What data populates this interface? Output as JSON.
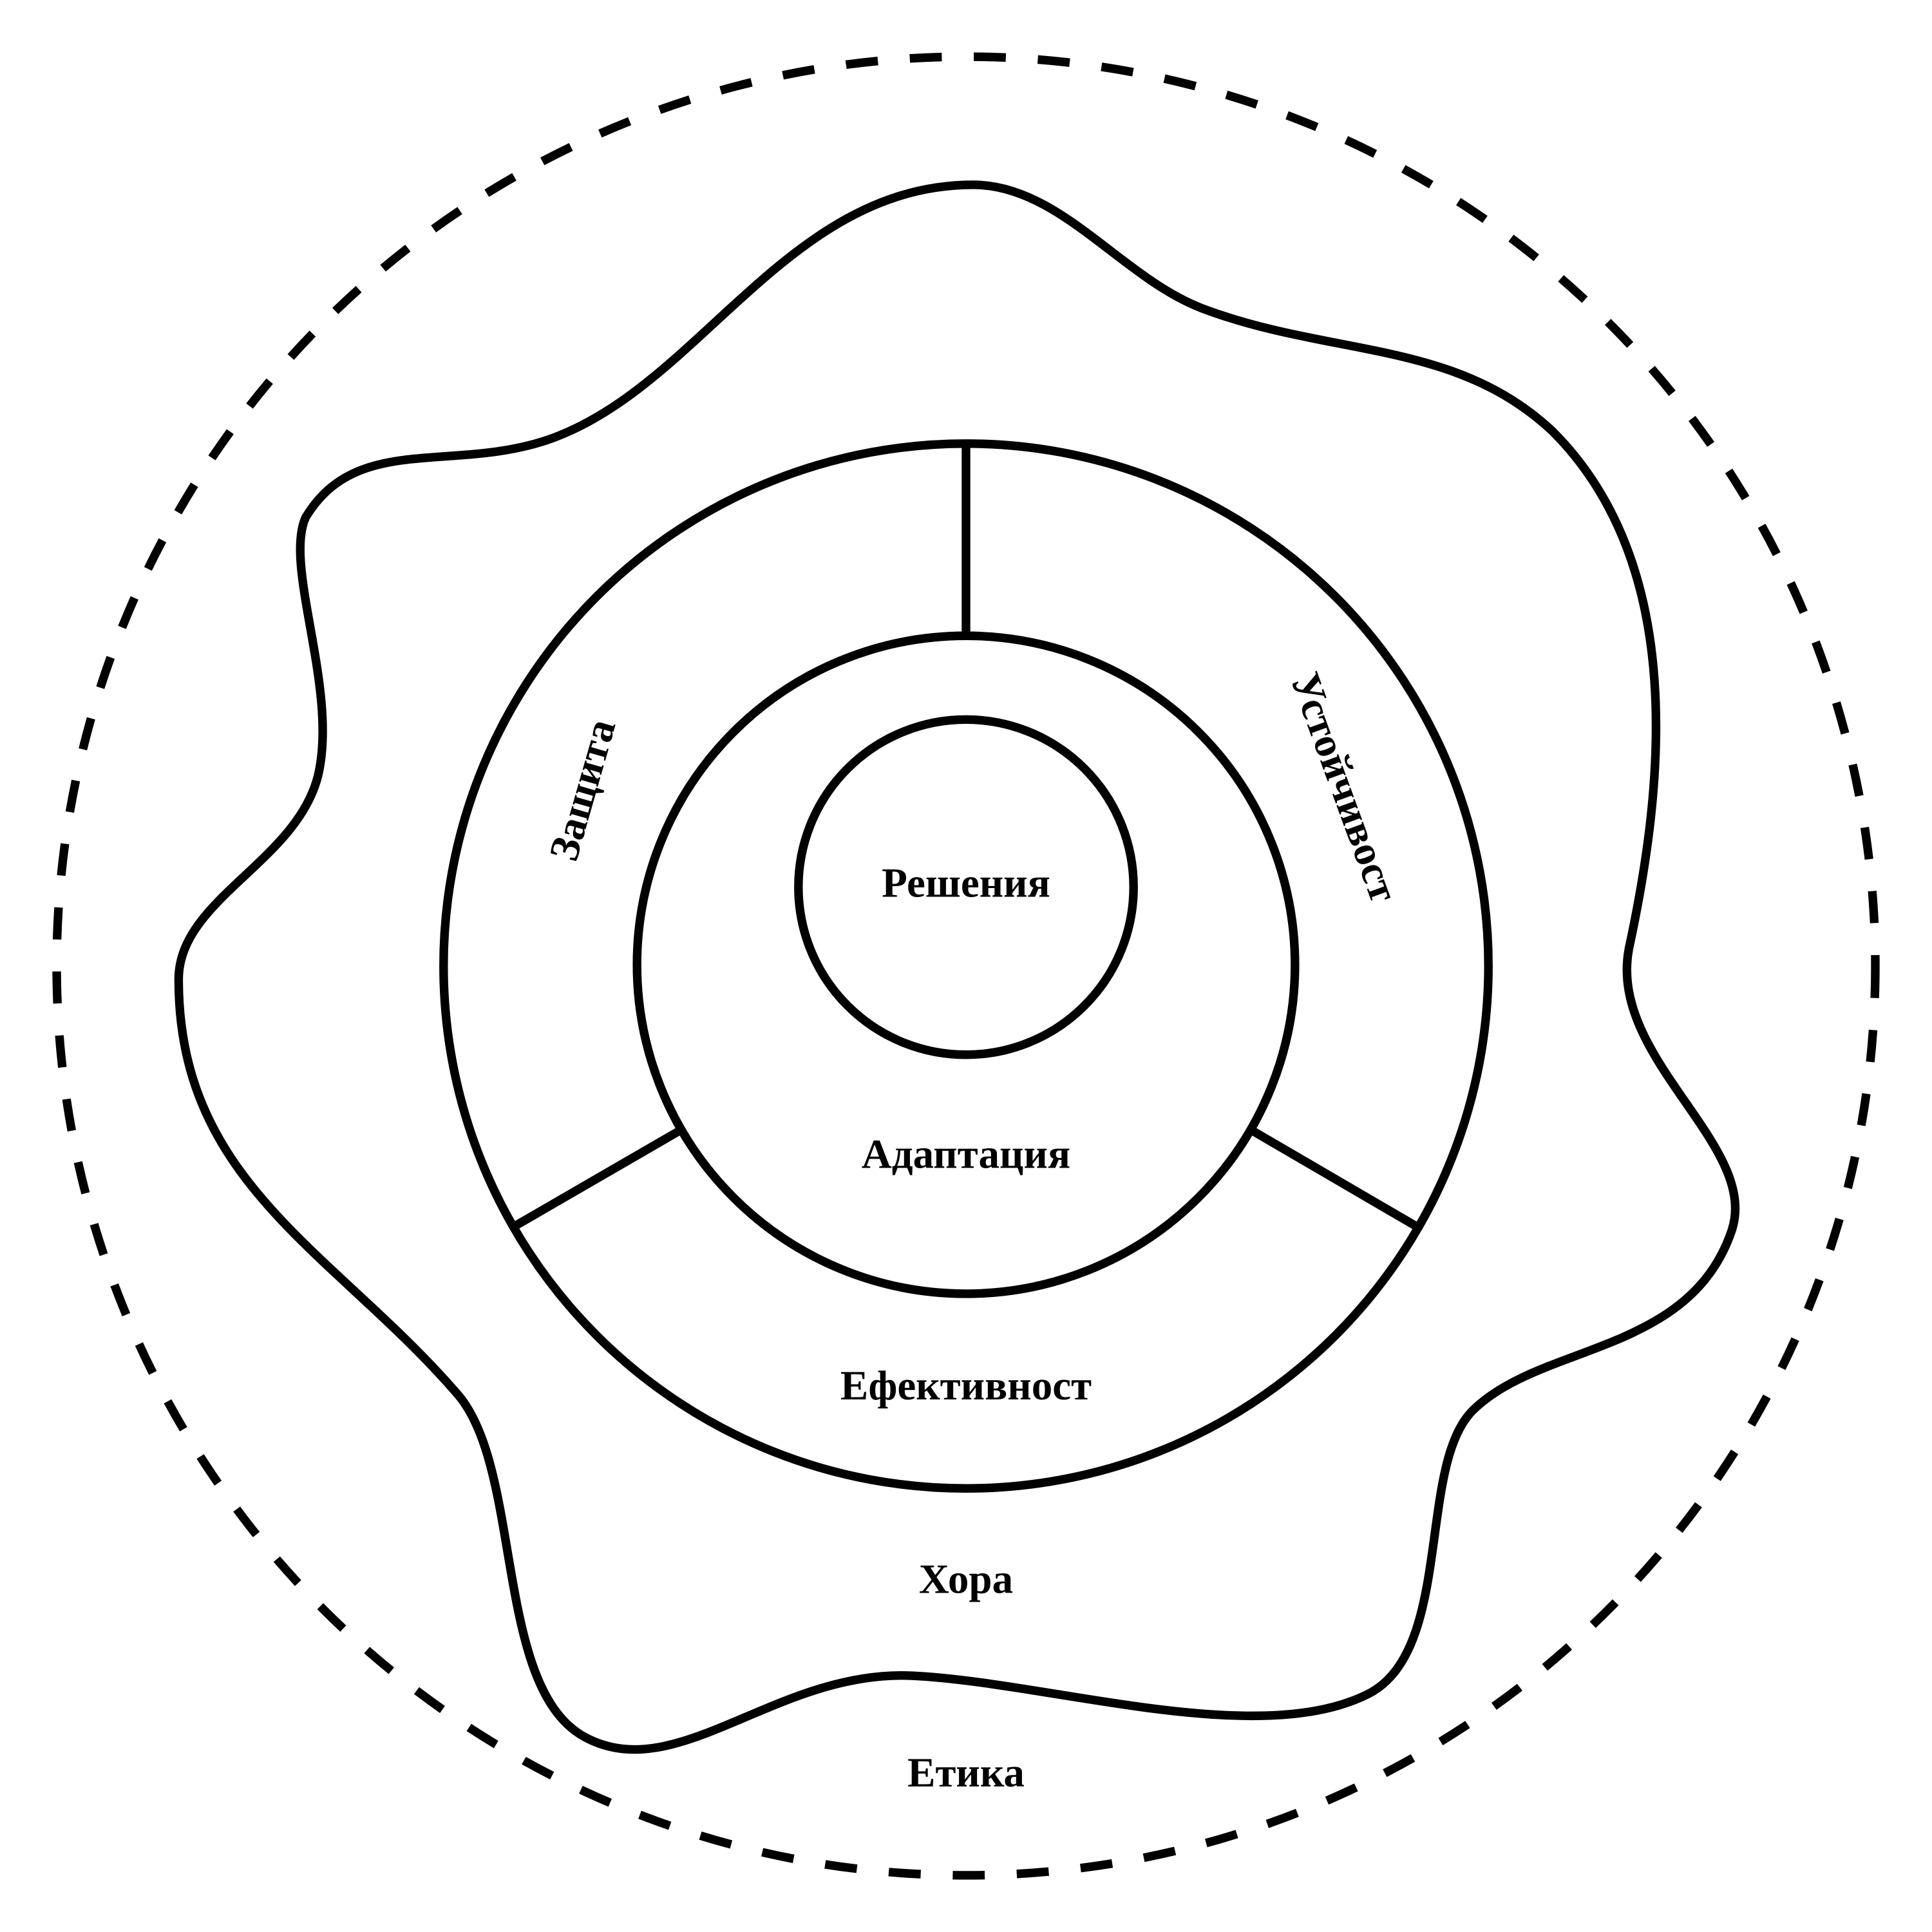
{
  "labels": {
    "core": "Решения",
    "adaptation": "Адаптация",
    "protection": "Защита",
    "sustainability": "Устойчивост",
    "efficiency": "Ефективност",
    "people": "Хора",
    "ethics": "Етика"
  },
  "colors": {
    "stroke": "#000000",
    "background": "#ffffff"
  }
}
